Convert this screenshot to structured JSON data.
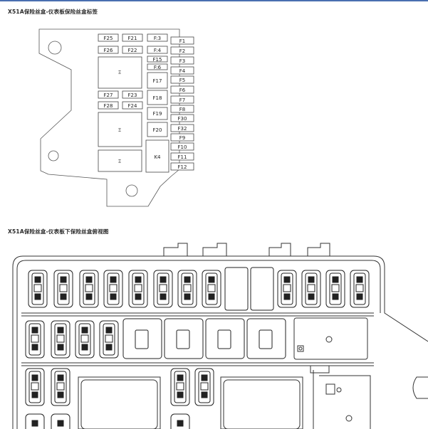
{
  "header": {
    "title_top": "X51A保险丝盒-仪表板保险丝盒标签",
    "title_bottom": "X51A保险丝盒-仪表板下保险丝盒俯视图"
  },
  "fuse_labels": {
    "F25": "F25",
    "F21": "F21",
    "F13": "F:3",
    "F1": "F1",
    "F26": "F26",
    "F22": "F22",
    "F14": "F:4",
    "F2": "F2",
    "F15": "F15",
    "F3": "F3",
    "F16": "F:6",
    "F4": "F4",
    "F17": "F17",
    "F5": "F5",
    "F6": "F6",
    "F27": "F27",
    "F23": "F23",
    "F18": "F18",
    "F7": "F7",
    "F28": "F28",
    "F24": "F24",
    "F8": "F8",
    "F19": "F19",
    "F30": "F30",
    "F20": "F20",
    "F32": "F32",
    "F9": "F9",
    "F10": "F10",
    "K4": "K4",
    "F11": "F11",
    "F12": "F12",
    "R1": "Ξ",
    "R2": "Ξ",
    "R3": "Ξ"
  }
}
